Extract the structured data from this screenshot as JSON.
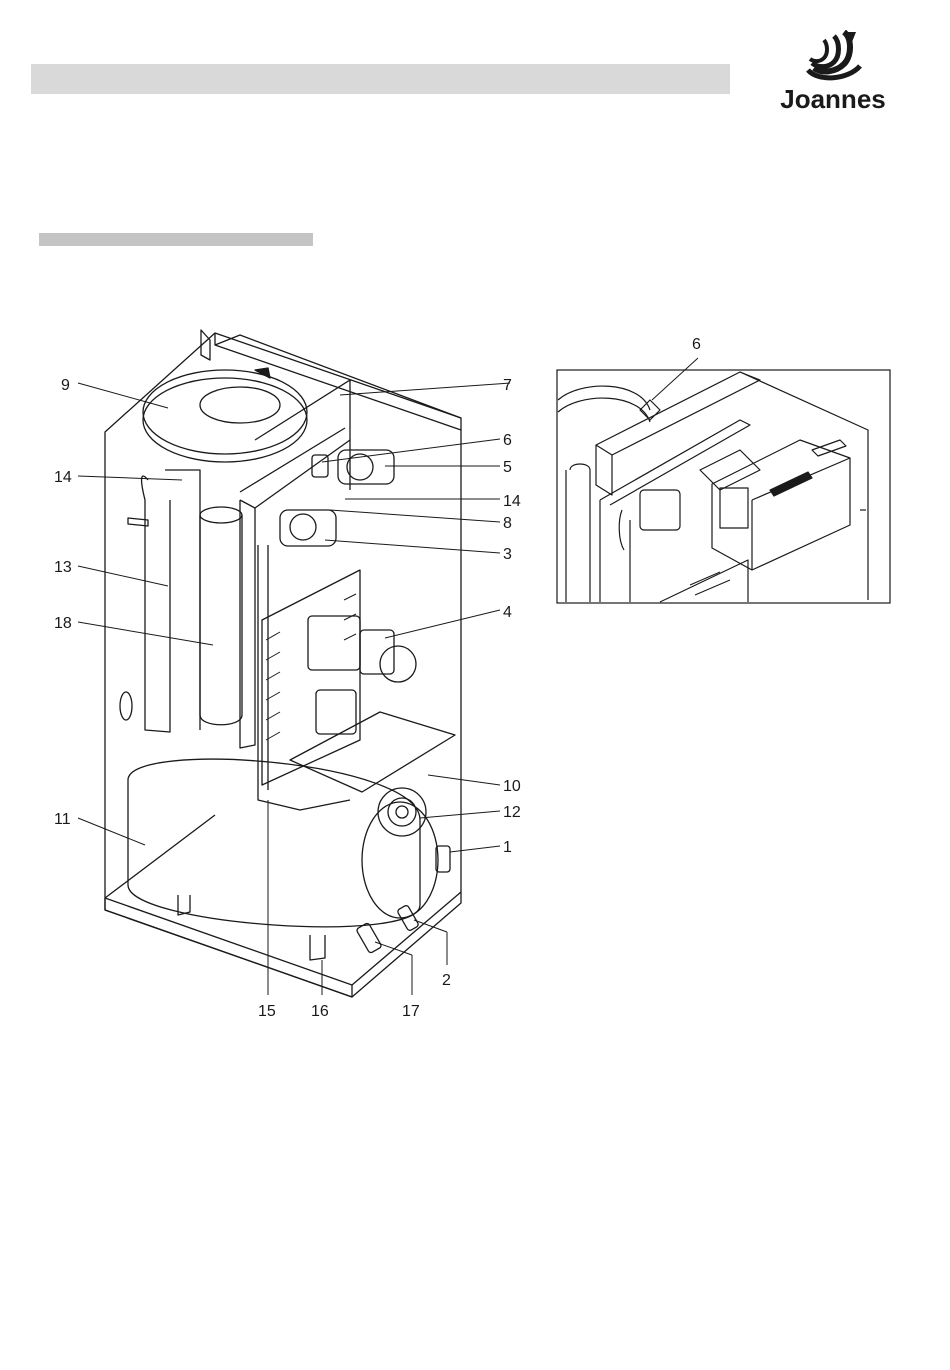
{
  "logo": {
    "text": "Joannes",
    "icon": "joannes-swirl-logo"
  },
  "colors": {
    "header_bar": "#d9d9d9",
    "section_bar": "#c4c4c4",
    "ink": "#1a1a1a",
    "panel": "#ffffff"
  },
  "main_diagram": {
    "callouts": {
      "c1": "1",
      "c2": "2",
      "c3": "3",
      "c4": "4",
      "c5": "5",
      "c6": "6",
      "c7": "7",
      "c8": "8",
      "c9": "9",
      "c10": "10",
      "c11": "11",
      "c12": "12",
      "c13": "13",
      "c14a": "14",
      "c14b": "14",
      "c15": "15",
      "c16": "16",
      "c17": "17",
      "c18": "18"
    }
  },
  "detail_diagram": {
    "callout": "6"
  }
}
